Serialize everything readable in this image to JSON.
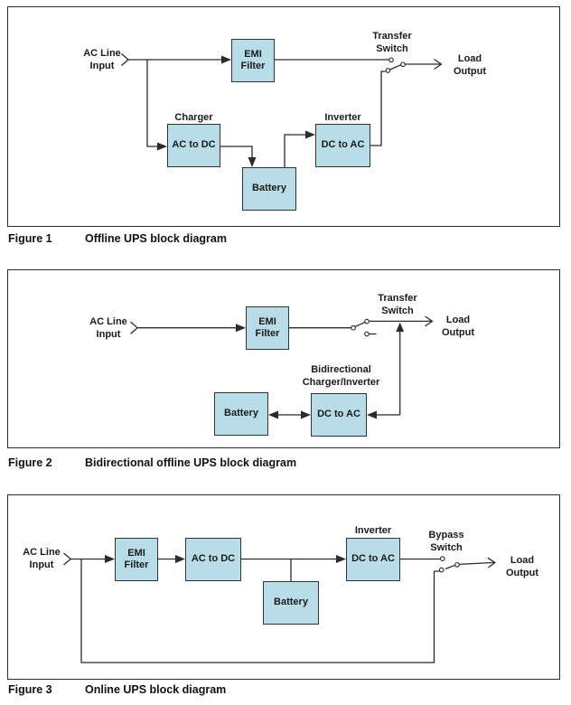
{
  "colors": {
    "page_bg": "#ffffff",
    "box_fill": "#b9dde8",
    "box_border": "#333333",
    "line": "#2b2b2b",
    "text": "#1a1a1a"
  },
  "figures": [
    {
      "caption": {
        "label": "Figure 1",
        "title": "Offline UPS block diagram"
      },
      "boxes": {
        "emi_filter": "EMI Filter",
        "ac_to_dc": "AC to DC",
        "battery": "Battery",
        "dc_to_ac": "DC to AC"
      },
      "labels": {
        "input": "AC Line Input",
        "charger": "Charger",
        "inverter": "Inverter",
        "switch": "Transfer Switch",
        "output": "Load Output"
      }
    },
    {
      "caption": {
        "label": "Figure 2",
        "title": "Bidirectional offline UPS block diagram"
      },
      "boxes": {
        "emi_filter": "EMI Filter",
        "battery": "Battery",
        "dc_to_ac": "DC to AC"
      },
      "labels": {
        "input": "AC Line Input",
        "switch": "Transfer Switch",
        "output": "Load Output",
        "bidirectional": "Bidirectional Charger/Inverter"
      }
    },
    {
      "caption": {
        "label": "Figure 3",
        "title": "Online UPS block diagram"
      },
      "boxes": {
        "emi_filter": "EMI Filter",
        "ac_to_dc": "AC to DC",
        "battery": "Battery",
        "dc_to_ac": "DC to AC"
      },
      "labels": {
        "input": "AC Line Input",
        "inverter": "Inverter",
        "switch": "Bypass Switch",
        "output": "Load Output"
      }
    }
  ]
}
